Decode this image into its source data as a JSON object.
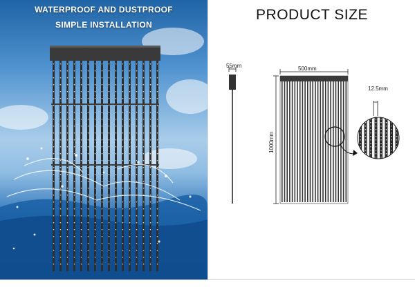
{
  "left_panel": {
    "title_line1": "WATERPROOF AND DUSTPROOF",
    "title_line2": "SIMPLE INSTALLATION"
  },
  "right_panel": {
    "title": "PRODUCT SIZE",
    "dimensions": {
      "depth": "55mm",
      "width": "500mm",
      "height": "1000mm",
      "pitch": "12.5mm"
    }
  },
  "colors": {
    "sky_blue": "#4f92cf",
    "water_deep": "#0f4a8a",
    "panel_dark": "#2d2d2d",
    "page_bg": "#ffffff"
  }
}
